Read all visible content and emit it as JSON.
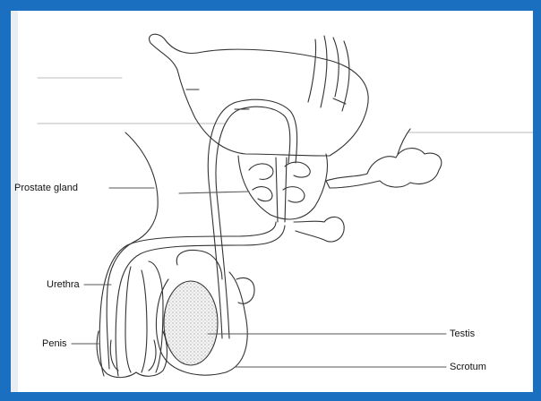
{
  "diagram": {
    "labels": {
      "prostate_gland": "Prostate gland",
      "urethra": "Urethra",
      "penis": "Penis",
      "testis": "Testis",
      "scrotum": "Scrotum"
    }
  }
}
